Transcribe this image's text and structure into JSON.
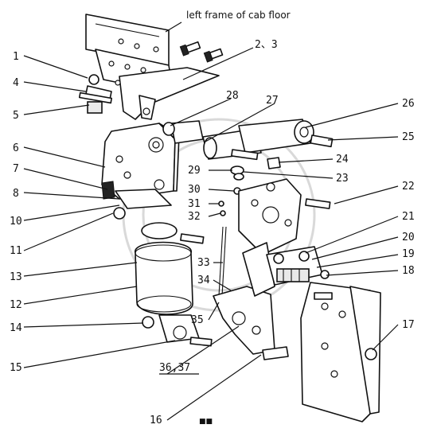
{
  "caption": "left frame of cab floor",
  "callouts": {
    "c1": "1",
    "c2_3": "2、3",
    "c4": "4",
    "c5": "5",
    "c6": "6",
    "c7": "7",
    "c8": "8",
    "c10": "10",
    "c11": "11",
    "c12": "12",
    "c13": "13",
    "c14": "14",
    "c15": "15",
    "c16": "16",
    "c17": "17",
    "c18": "18",
    "c19": "19",
    "c20": "20",
    "c21": "21",
    "c22": "22",
    "c23": "23",
    "c24": "24",
    "c25": "25",
    "c26": "26",
    "c27": "27",
    "c28": "28",
    "c29": "29",
    "c30": "30",
    "c31": "31",
    "c32": "32",
    "c33": "33",
    "c34": "34",
    "c35": "35",
    "c36_37": "36,37"
  },
  "stamp": "■■"
}
